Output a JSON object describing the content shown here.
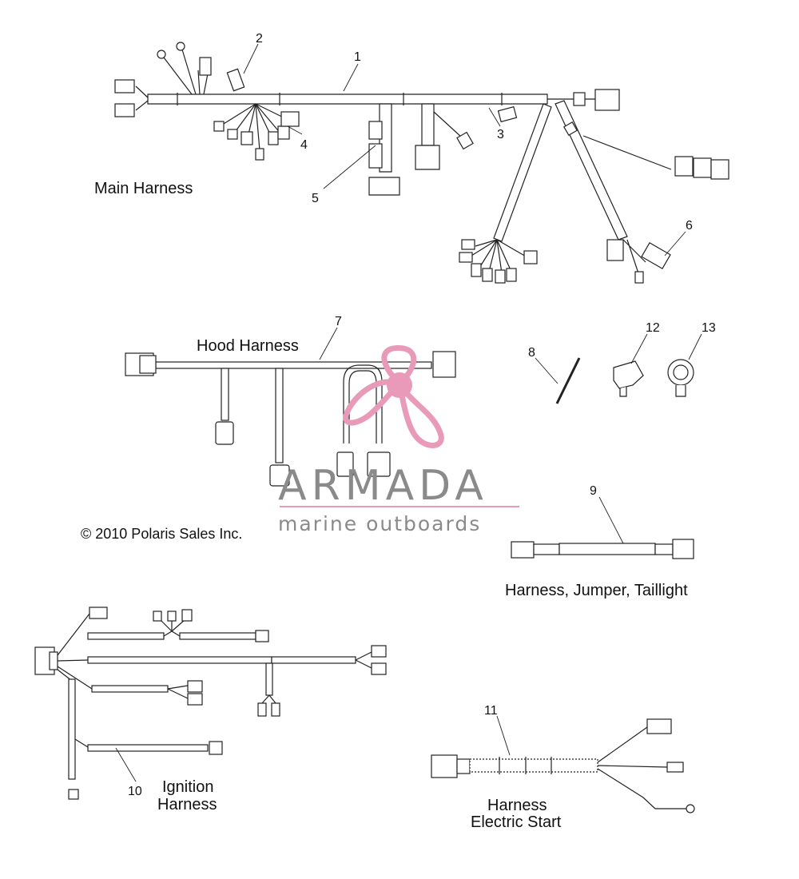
{
  "labels": {
    "main_harness": "Main Harness",
    "hood_harness": "Hood Harness",
    "jumper_taillight": "Harness, Jumper, Taillight",
    "ignition_line1": "Ignition",
    "ignition_line2": "Harness",
    "electric_line1": "Harness",
    "electric_line2": "Electric Start",
    "copyright": "© 2010 Polaris Sales Inc."
  },
  "callouts": {
    "c1": "1",
    "c2": "2",
    "c3": "3",
    "c4": "4",
    "c5": "5",
    "c6": "6",
    "c7": "7",
    "c8": "8",
    "c9": "9",
    "c10": "10",
    "c11": "11",
    "c12": "12",
    "c13": "13"
  },
  "watermark": {
    "brand": "ARMADA",
    "tagline": "marine outboards",
    "accent_color": "#e89ab8",
    "text_color": "#8a8a8a"
  }
}
